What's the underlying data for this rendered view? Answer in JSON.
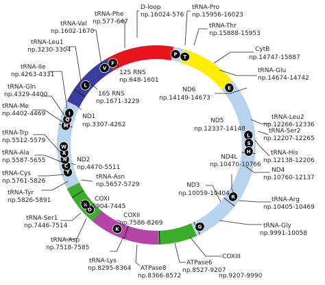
{
  "colors": {
    "red": "#e8141d",
    "yellow": "#ffee00",
    "lightblue": "#b7d3ee",
    "green": "#3dae2b",
    "magenta": "#b444a6",
    "navy": "#3a3da0",
    "badge": "#0a0a0a"
  },
  "arcs": [
    {
      "name": "dloop",
      "start": -30,
      "end": 10,
      "color": "#e8141d"
    },
    {
      "name": "cytb",
      "start": 16,
      "end": 50,
      "color": "#ffee00"
    },
    {
      "name": "ring",
      "start": 50,
      "end": 196,
      "color": "#b7d3ee"
    },
    {
      "name": "cox3-region",
      "start": 156,
      "end": 179,
      "color": "#3dae2b"
    },
    {
      "name": "atp-region",
      "start": 179,
      "end": 220,
      "color": "#b444a6"
    },
    {
      "name": "cox-region",
      "start": 220,
      "end": 244,
      "color": "#3dae2b"
    },
    {
      "name": "left-ring",
      "start": 244,
      "end": 296,
      "color": "#b7d3ee"
    },
    {
      "name": "rrna",
      "start": 296,
      "end": 330,
      "color": "#3a3da0"
    }
  ],
  "ticks": [
    95,
    128,
    154,
    178,
    199,
    238,
    282,
    304
  ],
  "badges": [
    {
      "letter": "F",
      "angle": -28
    },
    {
      "letter": "P",
      "angle": 12
    },
    {
      "letter": "T",
      "angle": 18
    },
    {
      "letter": "E",
      "angle": 52
    },
    {
      "letter": "L",
      "angle": 84
    },
    {
      "letter": "S",
      "angle": 89
    },
    {
      "letter": "H",
      "angle": 94
    },
    {
      "letter": "R",
      "angle": 124
    },
    {
      "letter": "G",
      "angle": 152
    },
    {
      "letter": "K",
      "angle": 205
    },
    {
      "letter": "D",
      "angle": 226
    },
    {
      "letter": "S",
      "angle": 230
    },
    {
      "letter": "Y",
      "angle": 253
    },
    {
      "letter": "C",
      "angle": 257
    },
    {
      "letter": "N",
      "angle": 261
    },
    {
      "letter": "A",
      "angle": 265
    },
    {
      "letter": "W",
      "angle": 269
    },
    {
      "letter": "M",
      "angle": 282
    },
    {
      "letter": "Q",
      "angle": 286
    },
    {
      "letter": "I",
      "angle": 290
    },
    {
      "letter": "L",
      "angle": 310
    },
    {
      "letter": "V",
      "angle": 326
    }
  ],
  "labels": {
    "dloop": [
      "D-loop",
      "np.16024-576"
    ],
    "trna_phe": [
      "tRNA-Phe",
      "np.577-647"
    ],
    "trna_val": [
      "tRNA-Val",
      "np.1602-1670"
    ],
    "trna_leu1": [
      "tRNA-Leu1",
      "np.3230-3304"
    ],
    "trna_ile": [
      "tRNA-IIe",
      "np.4263-4331"
    ],
    "trna_gln": [
      "tRNA-Gln",
      "np.4329-4400"
    ],
    "trna_met": [
      "tRNA-Me",
      "np.4402-4469"
    ],
    "trna_trp": [
      "tRNA-Trp",
      "np.5512-5579"
    ],
    "trna_ala": [
      "tRNA-Ala",
      "np.5587-5655"
    ],
    "trna_cys": [
      "tRNA-Cys",
      "np.5761-5826"
    ],
    "trna_tyr": [
      "tRNA-Tyr",
      "np.5826-5891"
    ],
    "trna_ser1": [
      "tRNA-Ser1",
      "np.7446-7514"
    ],
    "trna_asp": [
      "tRNA-Asp",
      "np.7518-7585"
    ],
    "trna_lys": [
      "tRNA-Lys",
      "np.8295-8364"
    ],
    "atpase8": [
      "ATPase8",
      "np.8366-8572"
    ],
    "atpase6": [
      "ATPase6",
      "np.8527-9207"
    ],
    "coxiii": [
      "COXIII",
      "np.9207-9990"
    ],
    "trna_gly": [
      "tRNA-Gly",
      "np.9991-10058"
    ],
    "trna_arg": [
      "tRNA-Arg",
      "np.10405-10469"
    ],
    "nd4": [
      "ND4",
      "np.10760-12137"
    ],
    "trna_his": [
      "tRNA-His",
      "np.12138-12206"
    ],
    "trna_ser2": [
      "tRNA-Ser2",
      "np.12207-12265"
    ],
    "trna_leu2": [
      "tRNA-Leu2",
      "np.12266-12336"
    ],
    "trna_glu": [
      "tRNA-Glu",
      "np.14674-14742"
    ],
    "cytb": [
      "CytB",
      "np.14747-15887"
    ],
    "trna_thr": [
      "tRNA-Thr",
      "np.15888-15953"
    ],
    "trna_pro": [
      "tRNA-Pro",
      "np.15956-16023"
    ],
    "rrna12s": [
      "12S RNS",
      "np.648-1601"
    ],
    "rrna16s": [
      "16S RNS",
      "np.1671-3229"
    ],
    "nd1": [
      "ND1",
      "np.3307-4262"
    ],
    "nd2": [
      "ND2",
      "np.4470-5511"
    ],
    "trna_asn": [
      "tRNA-Asn",
      "np.5657-5729"
    ],
    "coxi": [
      "COXI",
      "np.5904-7445"
    ],
    "coxii": [
      "COXII",
      "np.7586-8269"
    ],
    "nd6": [
      "ND6",
      "np.14149-14673"
    ],
    "nd5": [
      "ND5",
      "np.12337-14148"
    ],
    "nd4l": [
      "ND4L",
      "np.10470-10766"
    ],
    "nd3": [
      "ND3",
      "np.10059-10404"
    ]
  }
}
